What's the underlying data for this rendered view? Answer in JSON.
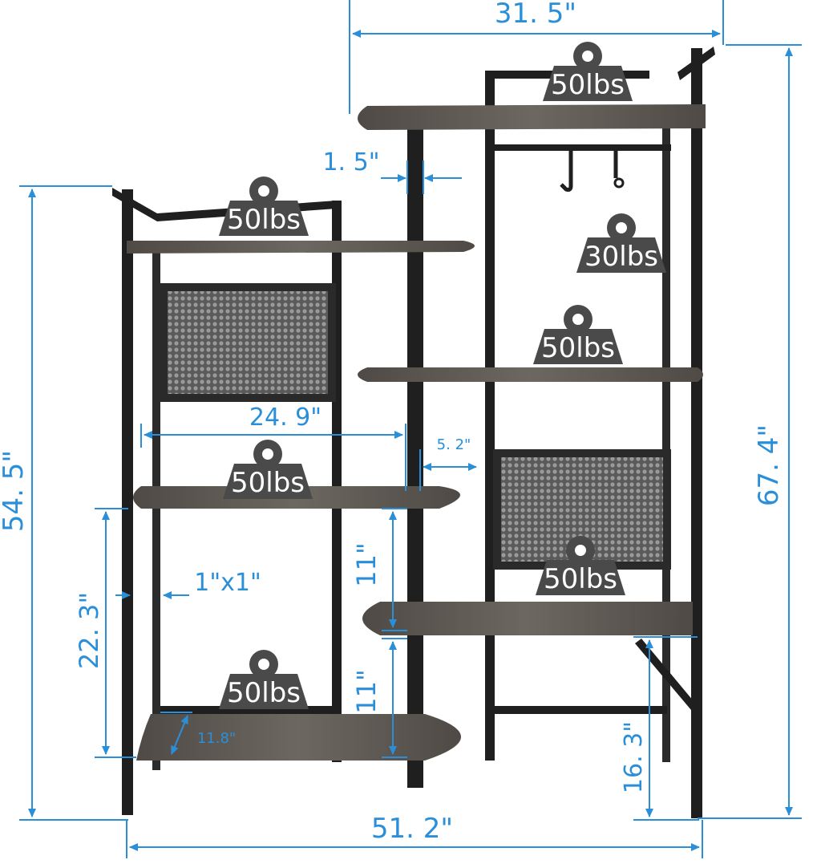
{
  "dimensions": {
    "total_width": "51. 2\"",
    "top_width": "31. 5\"",
    "right_height": "67. 4\"",
    "left_height": "54. 5\"",
    "post_diameter": "1. 5\"",
    "shelf_width": "24. 9\"",
    "shelf_overhang": "5. 2\"",
    "shelf_gap_upper": "11\"",
    "shelf_gap_lower": "11\"",
    "left_lower_height": "22. 3\"",
    "right_clearance": "16. 3\"",
    "tube_size": "1\"x1\"",
    "shelf_depth": "11.8\""
  },
  "weights": {
    "top_right_shelf": "50lbs",
    "top_left_shelf": "50lbs",
    "hooks": "30lbs",
    "right_middle_shelf": "50lbs",
    "left_middle_shelf": "50lbs",
    "right_lower_shelf": "50lbs",
    "left_bottom_shelf": "50lbs"
  },
  "colors": {
    "dimension": "#2a8fd8",
    "frame": "#1f1f1f",
    "wood": "#5c5650",
    "weight_tag": "#4a4a4a"
  }
}
